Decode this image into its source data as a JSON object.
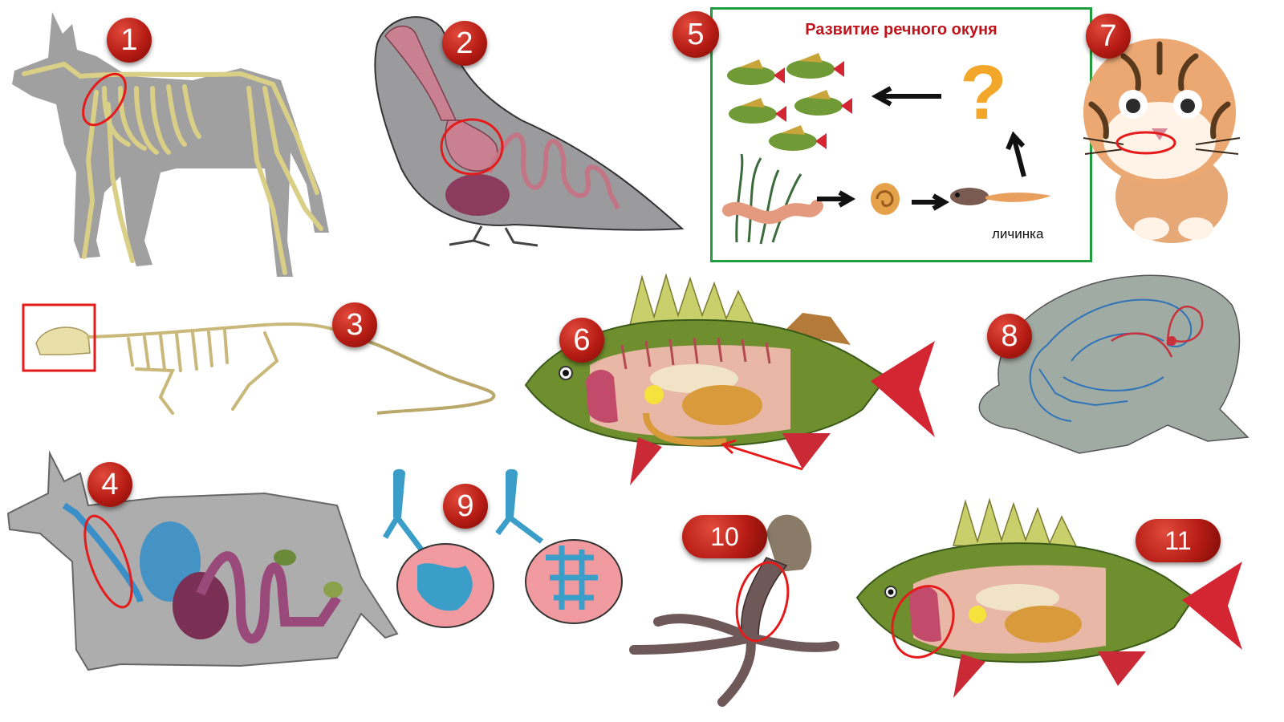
{
  "badges": [
    "1",
    "2",
    "3",
    "4",
    "5",
    "6",
    "7",
    "8",
    "9",
    "10",
    "11"
  ],
  "development": {
    "title": "Развитие речного окуня",
    "larva_label": "личинка",
    "unknown_stage": "?"
  },
  "colors": {
    "badge_red": "#b61c14",
    "highlight_red": "#e51b1b",
    "box_green": "#1e9e3e",
    "bone": "#e7dca0",
    "fish_green": "#5e8a2e",
    "fin_red": "#d42533",
    "lung_blue": "#3a9ec9",
    "lung_pink": "#f19ba0"
  }
}
